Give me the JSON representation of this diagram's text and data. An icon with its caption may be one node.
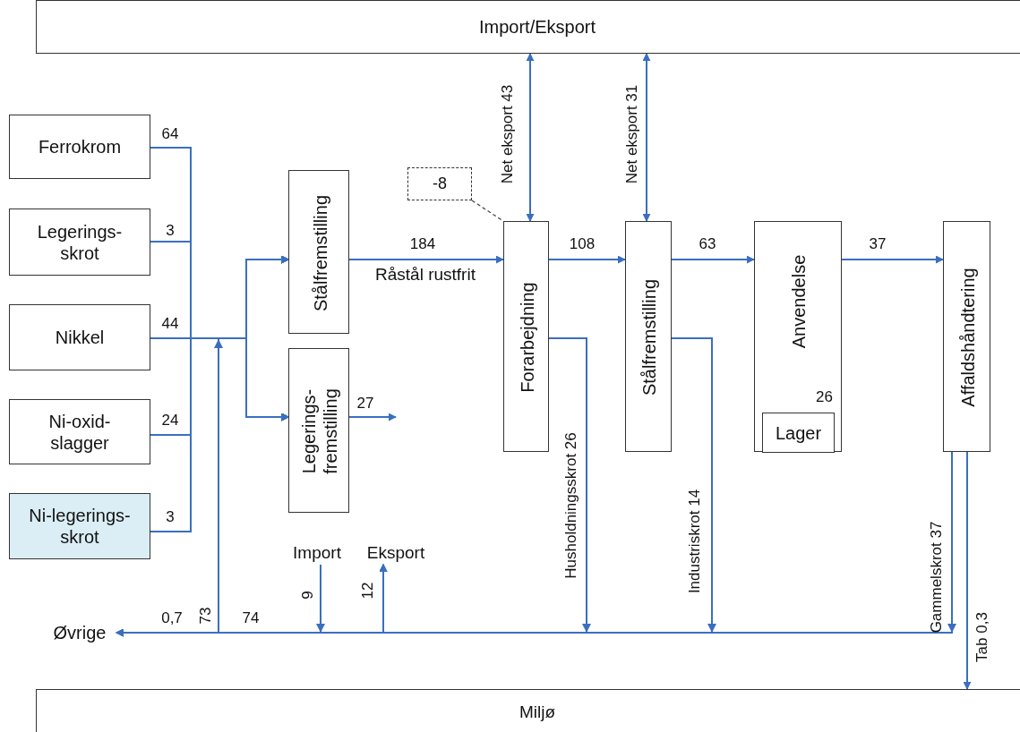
{
  "diagram": {
    "nodes": [
      {
        "text": [
          "Import/Eksport"
        ]
      },
      {
        "text": [
          "Ferrokrom"
        ]
      },
      {
        "text": [
          "Legerings- skrot"
        ]
      },
      {
        "text": [
          "Nikkel"
        ]
      },
      {
        "text": [
          "Ni-oxid- slagger"
        ]
      },
      {
        "text": [
          "Ni-legerings- skrot"
        ]
      },
      {
        "text": [
          "Stålfremstilling"
        ]
      },
      {
        "text": [
          "Legerings- fremstilling"
        ]
      },
      {
        "text": [
          "-8"
        ]
      },
      {
        "text": [
          "Forarbejdning"
        ]
      },
      {
        "text": [
          "Stålfremstilling"
        ]
      },
      {
        "text": [
          "Anvendelse"
        ]
      },
      {
        "text": [
          "Lager"
        ],
        "in": 11,
        "beside": [
          "26"
        ]
      },
      {
        "text": [
          "Affaldshåndtering"
        ]
      },
      {
        "text": [
          "Øvrige"
        ]
      },
      {
        "text": [
          "Miljø"
        ]
      },
      {
        "text": [
          "Import"
        ]
      },
      {
        "text": [
          "Eksport"
        ]
      }
    ],
    "edges": [
      {
        "from": 1,
        "to": 6,
        "arrow": "to"
      },
      {
        "from": 2,
        "to": 6,
        "arrow": "to"
      },
      {
        "from": 3,
        "to": 6,
        "arrow": "to"
      },
      {
        "from": 4,
        "to": 6,
        "arrow": "to"
      },
      {
        "from": 5,
        "to": 6,
        "arrow": "to"
      },
      {
        "from": 1,
        "to": 7,
        "arrow": "to"
      },
      {
        "from": 2,
        "to": 7,
        "arrow": "to"
      },
      {
        "from": 3,
        "to": 7,
        "arrow": "to"
      },
      {
        "from": 4,
        "to": 7,
        "arrow": "to"
      },
      {
        "from": 5,
        "to": 7,
        "arrow": "to"
      },
      {
        "from": 6,
        "to": 9,
        "arrow": "to",
        "label": "184"
      },
      {
        "from": 7,
        "to": null,
        "arrow": "to",
        "label": "27"
      },
      {
        "from": 8,
        "to": 9,
        "arrow": "none",
        "style": "dashed",
        "color": "#404040"
      },
      {
        "from": 0,
        "to": 9,
        "arrow": "both",
        "label": "Net eksport 43"
      },
      {
        "from": 0,
        "to": 10,
        "arrow": "both",
        "label": "Net eksport 31"
      },
      {
        "from": 9,
        "to": 10,
        "arrow": "to",
        "label": "108"
      },
      {
        "from": 10,
        "to": 11,
        "arrow": "to",
        "label": "63"
      },
      {
        "from": 11,
        "to": 13,
        "arrow": "to",
        "label": "37"
      },
      {
        "from": 13,
        "to": 15,
        "arrow": "to",
        "label": "Tab 0,3"
      },
      {
        "from": 9,
        "to": 14,
        "arrow": "to"
      },
      {
        "from": 10,
        "to": 14,
        "arrow": "to"
      },
      {
        "from": 13,
        "to": 14,
        "arrow": "to"
      },
      {
        "from": 16,
        "to": 14,
        "arrow": "to"
      },
      {
        "from": 9,
        "to": 6,
        "arrow": "to"
      },
      {
        "from": 10,
        "to": 6,
        "arrow": "to"
      },
      {
        "from": 13,
        "to": 6,
        "arrow": "to"
      },
      {
        "from": 16,
        "to": 6,
        "arrow": "to"
      },
      {
        "from": 9,
        "to": 7,
        "arrow": "to"
      },
      {
        "from": 10,
        "to": 7,
        "arrow": "to"
      },
      {
        "from": 13,
        "to": 7,
        "arrow": "to"
      },
      {
        "from": 16,
        "to": 7,
        "arrow": "to"
      },
      {
        "from": 9,
        "to": 17,
        "arrow": "to"
      },
      {
        "from": 10,
        "to": 17,
        "arrow": "to"
      },
      {
        "from": 13,
        "to": 17,
        "arrow": "to"
      },
      {
        "from": 16,
        "to": 17,
        "arrow": "to"
      }
    ],
    "labels": [
      "64",
      "3",
      "44",
      "24",
      "3",
      "Råstål rustfrit",
      "0,7",
      "73",
      "74",
      "9",
      "12",
      "Husholdningsskrot 26",
      "Industriskrot 14",
      "Gammelskrot 37"
    ]
  }
}
